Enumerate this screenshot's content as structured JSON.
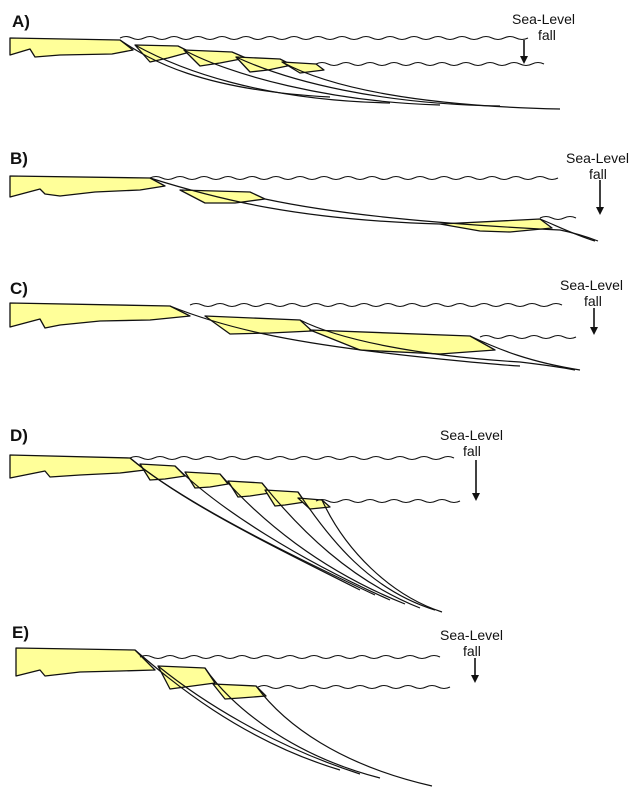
{
  "figure": {
    "panels": [
      {
        "id": "A",
        "label": "A)",
        "annotation_line1": "Sea-Level",
        "annotation_line2": "fall"
      },
      {
        "id": "B",
        "label": "B)",
        "annotation_line1": "Sea-Level",
        "annotation_line2": "fall"
      },
      {
        "id": "C",
        "label": "C)",
        "annotation_line1": "Sea-Level",
        "annotation_line2": "fall"
      },
      {
        "id": "D",
        "label": "D)",
        "annotation_line1": "Sea-Level",
        "annotation_line2": "fall"
      },
      {
        "id": "E",
        "label": "E)",
        "annotation_line1": "Sea-Level",
        "annotation_line2": "fall"
      }
    ],
    "colors": {
      "sediment_fill": "#ffff99",
      "line": "#111111",
      "background": "#ffffff"
    }
  }
}
